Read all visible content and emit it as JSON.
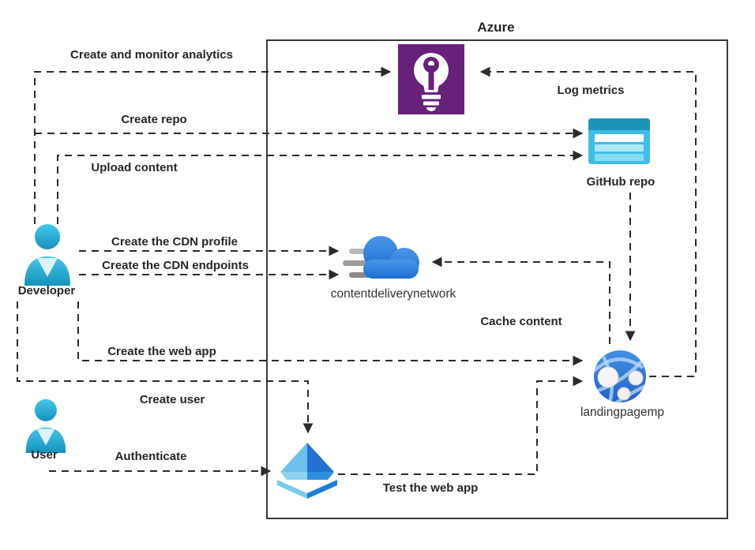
{
  "diagram_type": "azure-architecture-flow",
  "boundary": {
    "title": "Azure"
  },
  "actors": {
    "developer": "Developer",
    "user": "User"
  },
  "nodes": {
    "github_repo": "GitHub repo",
    "cdn_name": "contentdeliverynetwork",
    "web_app_name": "landingpagemp",
    "app_insights": "",
    "ad_b2c": ""
  },
  "labels": {
    "azure": "Azure",
    "analytics": "Create and monitor analytics",
    "log_metrics": "Log metrics",
    "create_repo": "Create repo",
    "upload_content": "Upload content",
    "github_repo": "GitHub repo",
    "cdn_profile": "Create the CDN profile",
    "cdn_endpoints": "Create the CDN endpoints",
    "cdn_name": "contentdeliverynetwork",
    "developer": "Developer",
    "cache_content": "Cache content",
    "create_web_app": "Create the web app",
    "web_app_name": "landingpagemp",
    "create_user": "Create user",
    "user": "User",
    "authenticate": "Authenticate",
    "test_web_app": "Test the web app"
  },
  "colors": {
    "line_color": "#2b2b2b",
    "text_color": "#262626",
    "ai_purple": "#68217a",
    "github_header": "#1e93ba",
    "github_body": "#3fbfe8",
    "cloud_blue": "#2e7fd9",
    "globe_blue": "#2e79d4",
    "person_cyan": "#29b5d9",
    "b2c_light": "#6cc0ec",
    "b2c_dark": "#2273d0"
  }
}
